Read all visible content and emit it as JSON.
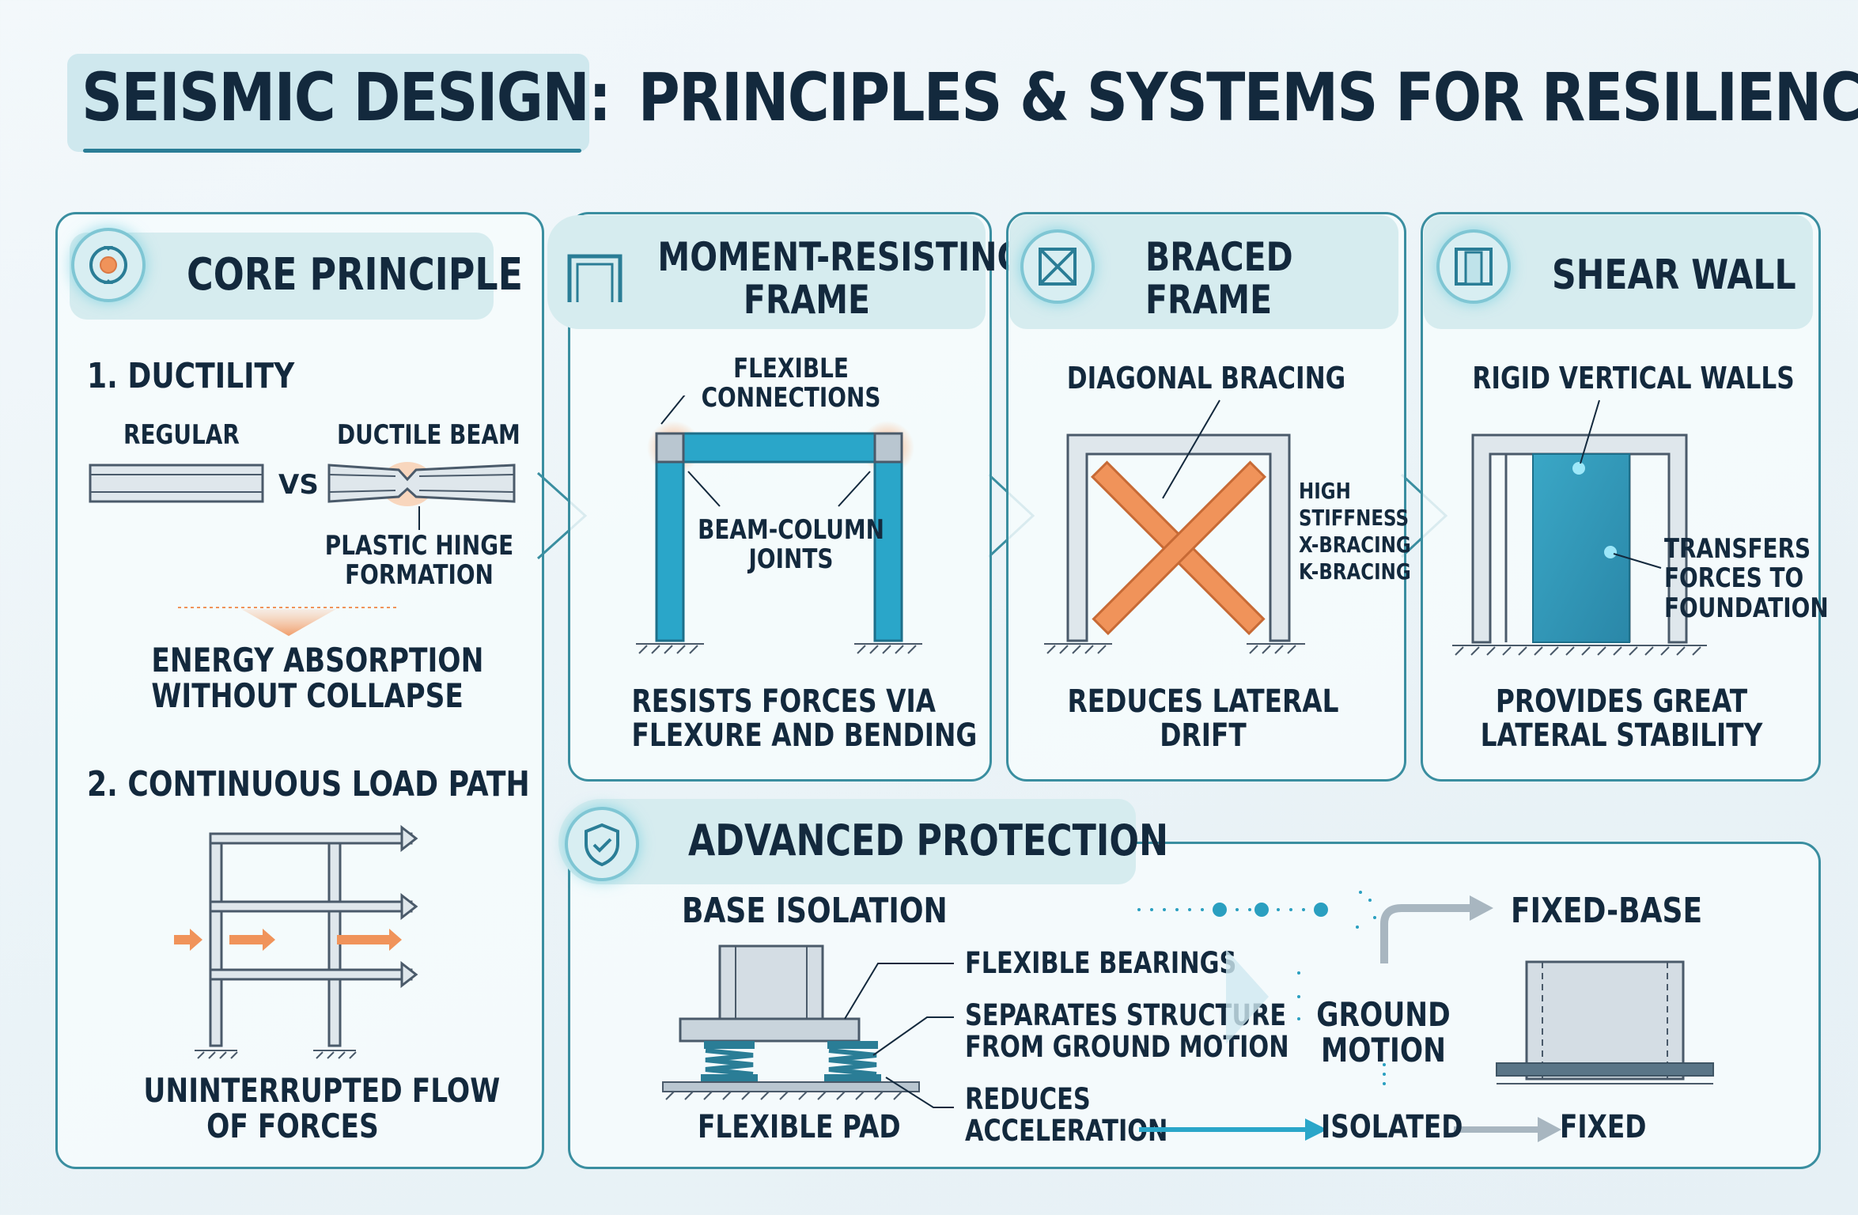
{
  "title": {
    "highlight": "SEISMIC DESIGN:",
    "rest": "PRINCIPLES & SYSTEMS FOR RESILIENCE"
  },
  "core": {
    "header": "CORE PRINCIPLE",
    "ductility": {
      "heading": "1. DUCTILITY",
      "regular_label": "REGULAR",
      "vs": "VS",
      "ductile_label": "DUCTILE BEAM",
      "hinge_line1": "PLASTIC HINGE",
      "hinge_line2": "FORMATION",
      "energy_line1": "ENERGY ABSORPTION",
      "energy_line2": "WITHOUT COLLAPSE"
    },
    "load_path": {
      "heading": "2. CONTINUOUS LOAD PATH",
      "caption_line1": "UNINTERRUPTED FLOW",
      "caption_line2": "OF FORCES"
    }
  },
  "moment_frame": {
    "header_line1": "MOMENT-RESISTING",
    "header_line2": "FRAME",
    "flex_line1": "FLEXIBLE",
    "flex_line2": "CONNECTIONS",
    "joints_line1": "BEAM-COLUMN",
    "joints_line2": "JOINTS",
    "caption_line1": "RESISTS FORCES VIA",
    "caption_line2": "FLEXURE AND BENDING"
  },
  "braced_frame": {
    "header_line1": "BRACED",
    "header_line2": "FRAME",
    "label": "DIAGONAL BRACING",
    "side_line1": "HIGH",
    "side_line2": "STIFFNESS",
    "side_line3": "X-BRACING",
    "side_line4": "K-BRACING",
    "caption_line1": "REDUCES LATERAL",
    "caption_line2": "DRIFT"
  },
  "shear_wall": {
    "header": "SHEAR WALL",
    "label": "RIGID VERTICAL WALLS",
    "side_line1": "TRANSFERS",
    "side_line2": "FORCES TO",
    "side_line3": "FOUNDATION",
    "caption_line1": "PROVIDES GREAT",
    "caption_line2": "LATERAL STABILITY"
  },
  "advanced": {
    "header": "ADVANCED PROTECTION",
    "base_isolation": "BASE ISOLATION",
    "bearings": "FLEXIBLE BEARINGS",
    "separates_line1": "SEPARATES STRUCTURE",
    "separates_line2": "FROM GROUND MOTION",
    "reduces_line1": "REDUCES",
    "reduces_line2": "ACCELERATION",
    "pad": "FLEXIBLE PAD",
    "ground_line1": "GROUND",
    "ground_line2": "MOTION",
    "isolated": "ISOLATED",
    "fixed_base": "FIXED-BASE",
    "fixed": "FIXED"
  },
  "colors": {
    "navy": "#13293d",
    "teal": "#3a8ea0",
    "accent_blue": "#2aa6c9",
    "orange": "#f0935a",
    "steel": "#b9c6d0"
  },
  "icons": {
    "core": "target-icon",
    "moment": "portal-frame-icon",
    "braced": "x-brace-icon",
    "shear": "wall-icon",
    "advanced": "shield-check-icon"
  }
}
